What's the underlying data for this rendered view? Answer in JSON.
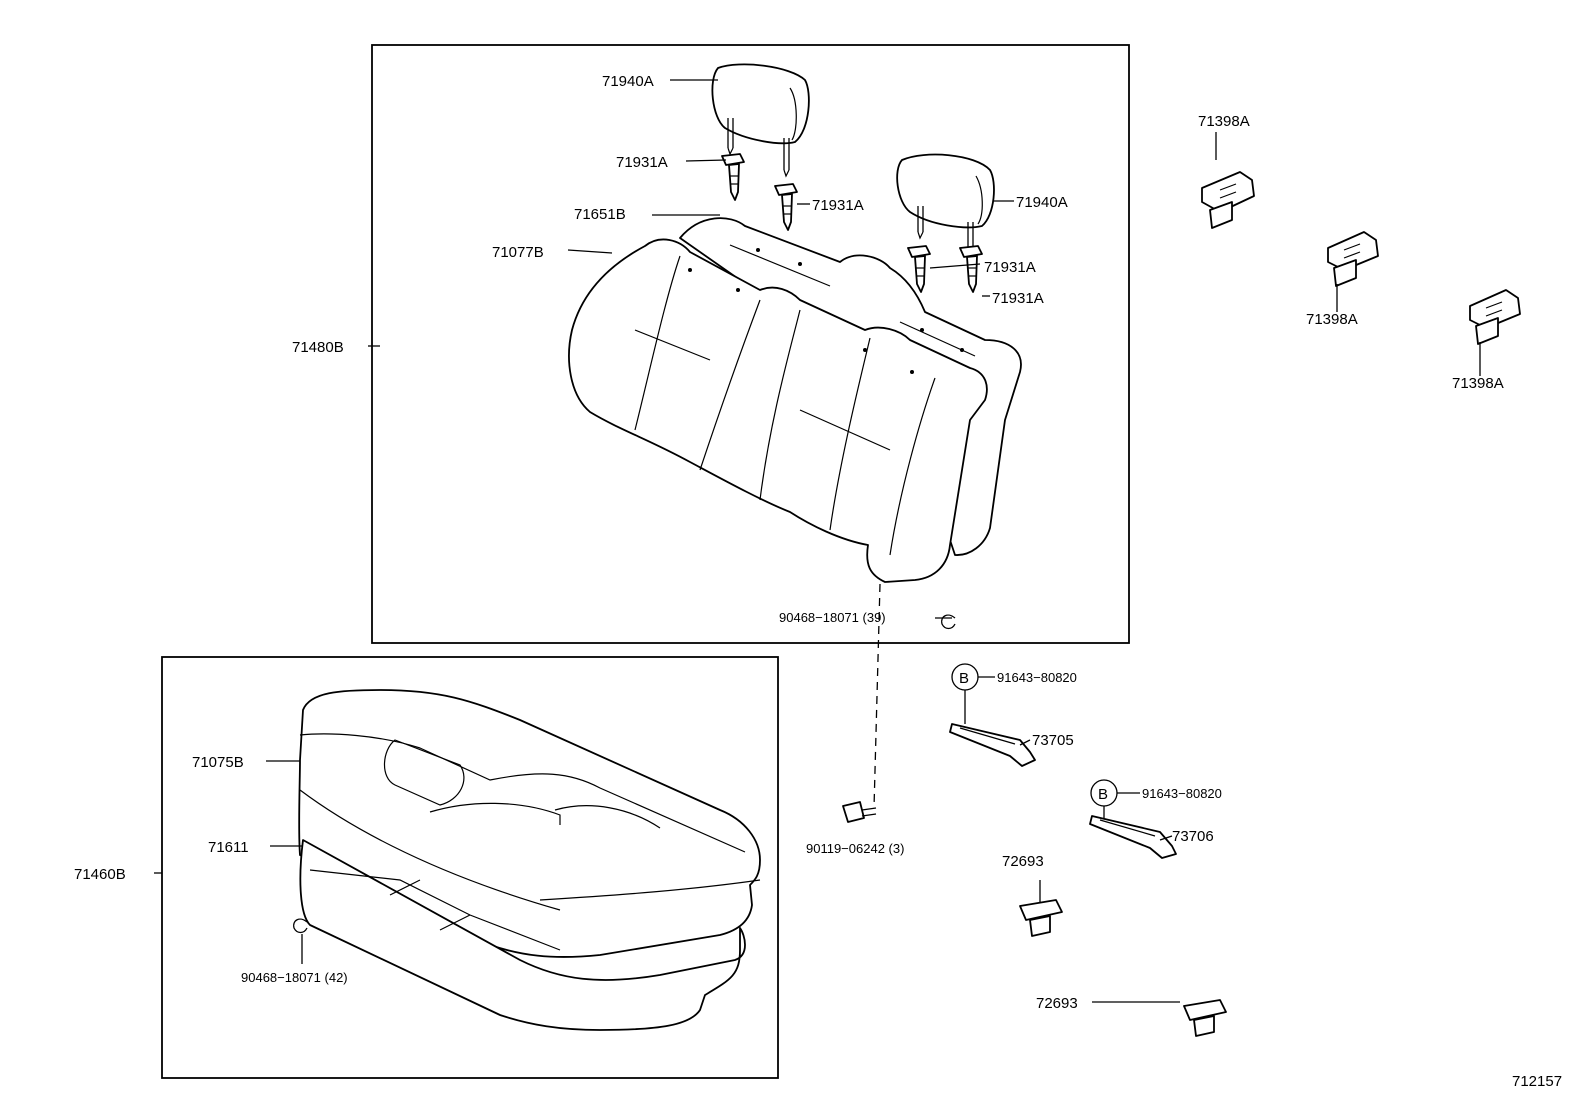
{
  "labels": {
    "headrest_left": "71940A",
    "headrest_right": "71940A",
    "support_1": "71931A",
    "support_2": "71931A",
    "support_3": "71931A",
    "support_4": "71931A",
    "back_cover": "71651B",
    "back_pad": "71077B",
    "back_assy": "71480B",
    "hog_ring_back": "90468−18071 (39)",
    "hook_1": "71398A",
    "hook_2": "71398A",
    "hook_3": "71398A",
    "bolt": "90119−06242 (3)",
    "clip_b_1": "91643−80820",
    "clip_b_2": "91643−80820",
    "b_mark_1": "B",
    "b_mark_2": "B",
    "bracket_1": "73705",
    "bracket_2": "73706",
    "cover_1": "72693",
    "cover_2": "72693",
    "cushion_cover": "71075B",
    "cushion_pad": "71611",
    "cushion_assy": "71460B",
    "hog_ring_cushion": "90468−18071 (42)",
    "figure_number": "712157"
  }
}
